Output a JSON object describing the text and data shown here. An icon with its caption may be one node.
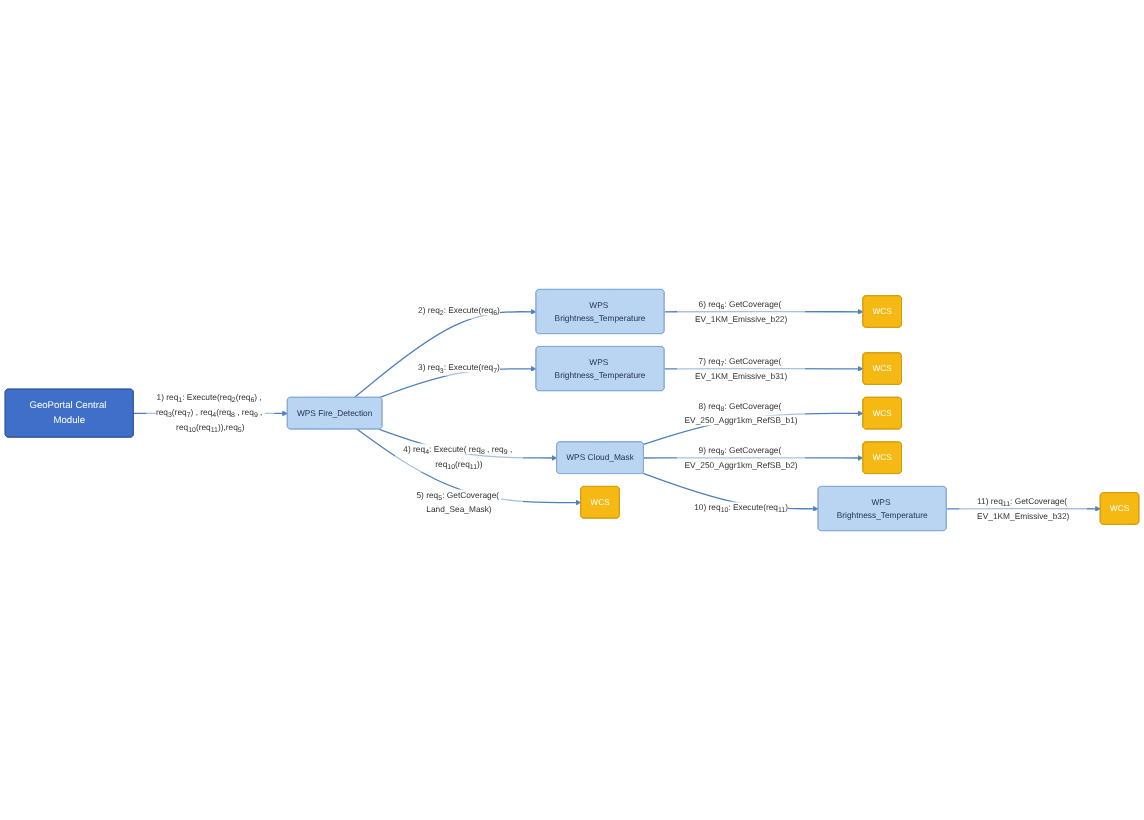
{
  "diagram": {
    "nodes": [
      {
        "text": [
          "GeoPortal Central Module"
        ]
      },
      {
        "text": [
          "WPS Fire_Detection"
        ]
      },
      {
        "text": [
          "WPS Brightness_Temperature"
        ]
      },
      {
        "text": [
          "WPS Brightness_Temperature"
        ]
      },
      {
        "text": [
          "WPS Cloud_Mask"
        ]
      },
      {
        "text": [
          "WCS"
        ]
      },
      {
        "text": [
          "WPS Brightness_Temperature"
        ]
      },
      {
        "text": [
          "WCS"
        ]
      },
      {
        "text": [
          "WCS"
        ]
      },
      {
        "text": [
          "WCS"
        ]
      },
      {
        "text": [
          "WCS"
        ]
      },
      {
        "text": [
          "WCS"
        ]
      }
    ],
    "edges": [
      {
        "from": 0,
        "to": 1,
        "arrow": "to",
        "label": "1) req$_{1}$: Execute(req$_{2}$(req$_{6}$) , req$_{3}$(req$_{7}$) , req$_{4}$(req$_{8}$ , req$_{9}$ , req$_{10}$(req$_{11}$)),req$_{5}$)"
      },
      {
        "from": 1,
        "to": 2,
        "arrow": "to",
        "label": "2) req$_{2}$: Execute(req$_{6}$)"
      },
      {
        "from": 1,
        "to": 3,
        "arrow": "to",
        "label": "3) req$_{3}$: Execute(req$_{7}$)"
      },
      {
        "from": 1,
        "to": 4,
        "arrow": "to",
        "label": "4) req$_{4}$: Execute( req$_{8}$ , req$_{9}$ , req$_{10}$(req$_{11}$))"
      },
      {
        "from": 1,
        "to": 5,
        "arrow": "to",
        "label": "5) req$_{5}$: GetCoverage( Land_Sea_Mask)"
      },
      {
        "from": 2,
        "to": 7,
        "arrow": "to",
        "label": "6) req$_{6}$: GetCoverage( EV_1KM_Emissive_b22)"
      },
      {
        "from": 3,
        "to": 8,
        "arrow": "to",
        "label": "7) req$_{7}$: GetCoverage( EV_1KM_Emissive_b31)"
      },
      {
        "from": 4,
        "to": 9,
        "arrow": "to",
        "label": "8) req$_{8}$: GetCoverage( EV_250_Aggr1km_RefSB_b1)"
      },
      {
        "from": 4,
        "to": 10,
        "arrow": "to",
        "label": "9) req$_{9}$: GetCoverage( EV_250_Aggr1km_RefSB_b2)"
      },
      {
        "from": 4,
        "to": 6,
        "arrow": "to",
        "label": "10) req$_{10}$: Execute(req$_{11}$)"
      },
      {
        "from": 6,
        "to": 11,
        "arrow": "to",
        "label": "11) req$_{11}$: GetCoverage( EV_1KM_Emissive_b32)"
      }
    ]
  }
}
